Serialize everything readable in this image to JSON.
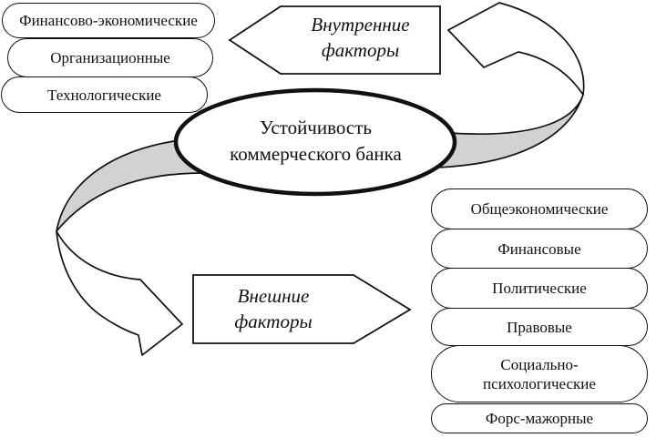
{
  "center_label": "Устойчивость\nкоммерческого банка",
  "internal_arrow_label": "Внутренние\nфакторы",
  "external_arrow_label": "Внешние\nфакторы",
  "internal_factors": [
    "Финансово-экономические",
    "Организационные",
    "Технологические"
  ],
  "external_factors": [
    "Общеэкономические",
    "Финансовые",
    "Политические",
    "Правовые",
    "Социально-\nпсихологические",
    "Форс-мажорные"
  ],
  "colors": {
    "stroke": "#111111",
    "ribbon_gray": "#d2d2d2",
    "background": "#ffffff"
  }
}
